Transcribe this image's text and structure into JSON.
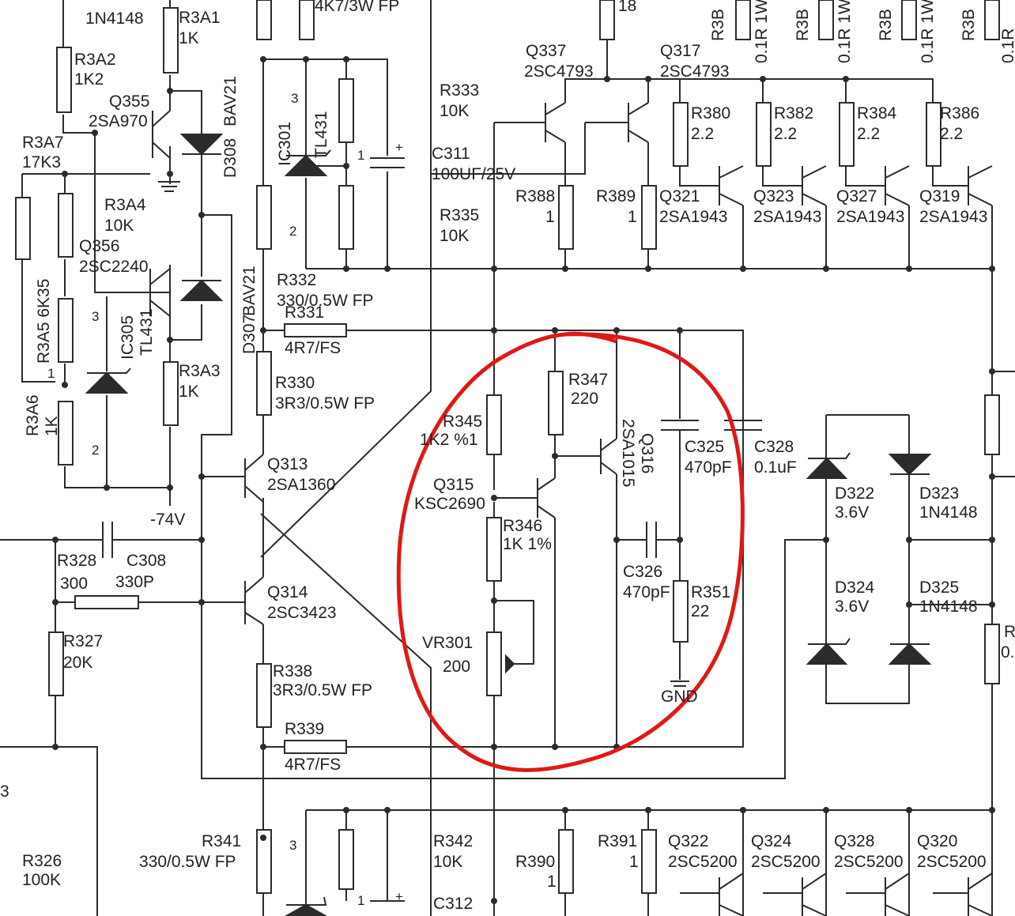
{
  "labels": {
    "1N4148_top": "1N4148",
    "R3A1": "R3A1",
    "R3A1_v": "1K",
    "top_res": "4K7/3W FP",
    "top_18": "18",
    "R3B_a": "R3B",
    "R3B_av": "0.1R 1W",
    "R3B_b": "R3B",
    "R3B_bv": "0.1R 1W",
    "R3B_c": "R3B",
    "R3B_cv": "0.1R 1W",
    "R3B_d": "R3B",
    "R3B_dv": "0.1R",
    "R3A2": "R3A2",
    "R3A2_v": "1K2",
    "Q355": "Q355",
    "Q355_v": "2SA970",
    "D308": "D308",
    "D308_v": "BAV21",
    "R3A7": "R3A7",
    "R3A7_v": "17K3",
    "R3A4": "R3A4",
    "R3A4_v": "10K",
    "Q356": "Q356",
    "Q356_v": "2SC2240",
    "R3A5": "R3A5 6K35",
    "IC305": "IC305",
    "IC305_v": "TL431",
    "R3A6": "R3A6",
    "R3A6_v": "1K",
    "R3A3": "R3A3",
    "R3A3_v": "1K",
    "neg74": "-74V",
    "IC301": "IC301",
    "IC301_v": "TL431",
    "D307": "D307",
    "D307_v": "BAV21",
    "R332": "R332",
    "R332_v": "330/0.5W FP",
    "R331": "R331",
    "R331_v": "4R7/FS",
    "R330": "R330",
    "R330_v": "3R3/0.5W FP",
    "Q313": "Q313",
    "Q313_v": "2SA1360",
    "Q314": "Q314",
    "Q314_v": "2SC3423",
    "R338": "R338",
    "R338_v": "3R3/0.5W FP",
    "R339": "R339",
    "R339_v": "4R7/FS",
    "R328": "R328",
    "R328_v": "300",
    "C308": "C308",
    "C308_v": "330P",
    "R327": "R327",
    "R327_v": "20K",
    "R326": "R326",
    "R326_v": "100K",
    "R341": "R341",
    "R341_v": "330/0.5W FP",
    "R333": "R333",
    "R333_v": "10K",
    "C311": "C311",
    "C311_v": "100UF/25V",
    "R335": "R335",
    "R335_v": "10K",
    "Q337": "Q337",
    "Q337_v": "2SC4793",
    "Q317": "Q317",
    "Q317_v": "2SC4793",
    "R388": "R388",
    "R388_v": "1",
    "R389": "R389",
    "R389_v": "1",
    "R380": "R380",
    "R380_v": "2.2",
    "R382": "R382",
    "R382_v": "2.2",
    "R384": "R384",
    "R384_v": "2.2",
    "R386": "R386",
    "R386_v": "2.2",
    "Q321": "Q321",
    "Q321_v": "2SA1943",
    "Q323": "Q323",
    "Q323_v": "2SA1943",
    "Q327": "Q327",
    "Q327_v": "2SA1943",
    "Q319": "Q319",
    "Q319_v": "2SA1943",
    "R345": "R345",
    "R345_v": "1K2 %1",
    "R347": "R347",
    "R347_v": "220",
    "Q316": "Q316",
    "Q316_v": "2SA1015",
    "Q315": "Q315",
    "Q315_v": "KSC2690",
    "R346": "R346",
    "R346_v": "1K 1%",
    "VR301": "VR301",
    "VR301_v": "200",
    "C325": "C325",
    "C325_v": "470pF",
    "C328": "C328",
    "C328_v": "0.1uF",
    "C326": "C326",
    "C326_v": "470pF",
    "R351": "R351",
    "R351_v": "22",
    "GND": "GND",
    "D322": "D322",
    "D322_v": "3.6V",
    "D323": "D323",
    "D323_v": "1N4148",
    "D324": "D324",
    "D324_v": "3.6V",
    "D325": "D325",
    "D325_v": "1N4148",
    "R342": "R342",
    "R342_v": "10K",
    "C312": "C312",
    "R390": "R390",
    "R390_v": "1",
    "R391": "R391",
    "R391_v": "1",
    "Q322": "Q322",
    "Q322_v": "2SC5200",
    "Q324": "Q324",
    "Q324_v": "2SC5200",
    "Q328": "Q328",
    "Q328_v": "2SC5200",
    "Q320": "Q320",
    "Q320_v": "2SC5200",
    "pin1": "1",
    "pin2": "2",
    "pin3": "3",
    "plus": "+",
    "edge_R": "R",
    "edge_0": "0.",
    "edge_3": "3"
  },
  "colors": {
    "wire": "#2b2b2b",
    "highlight": "#e01818",
    "background": "#ffffff"
  }
}
